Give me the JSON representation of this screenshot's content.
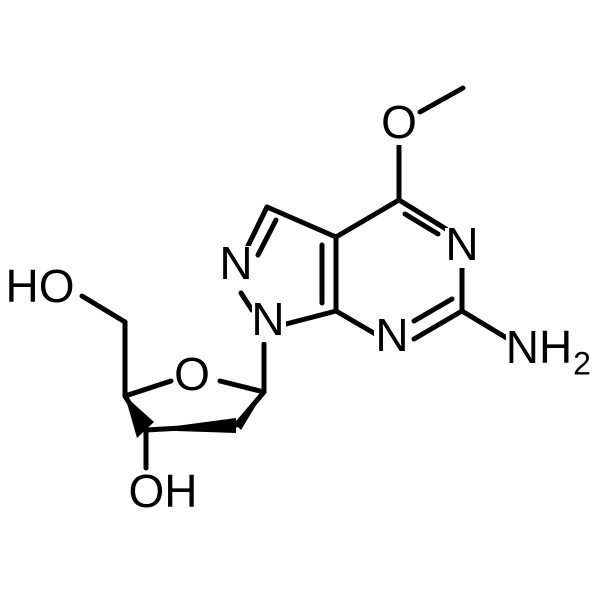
{
  "molecule": {
    "atoms": {
      "ho_top": "HO",
      "ho_bottom": "OH",
      "ring_o": "O",
      "methoxy_o": "O",
      "n1": "N",
      "n2": "N",
      "n_pyrimidine_top": "N",
      "n_pyrimidine_bottom": "N",
      "amino": "NH",
      "amino_subscript": "2"
    }
  }
}
